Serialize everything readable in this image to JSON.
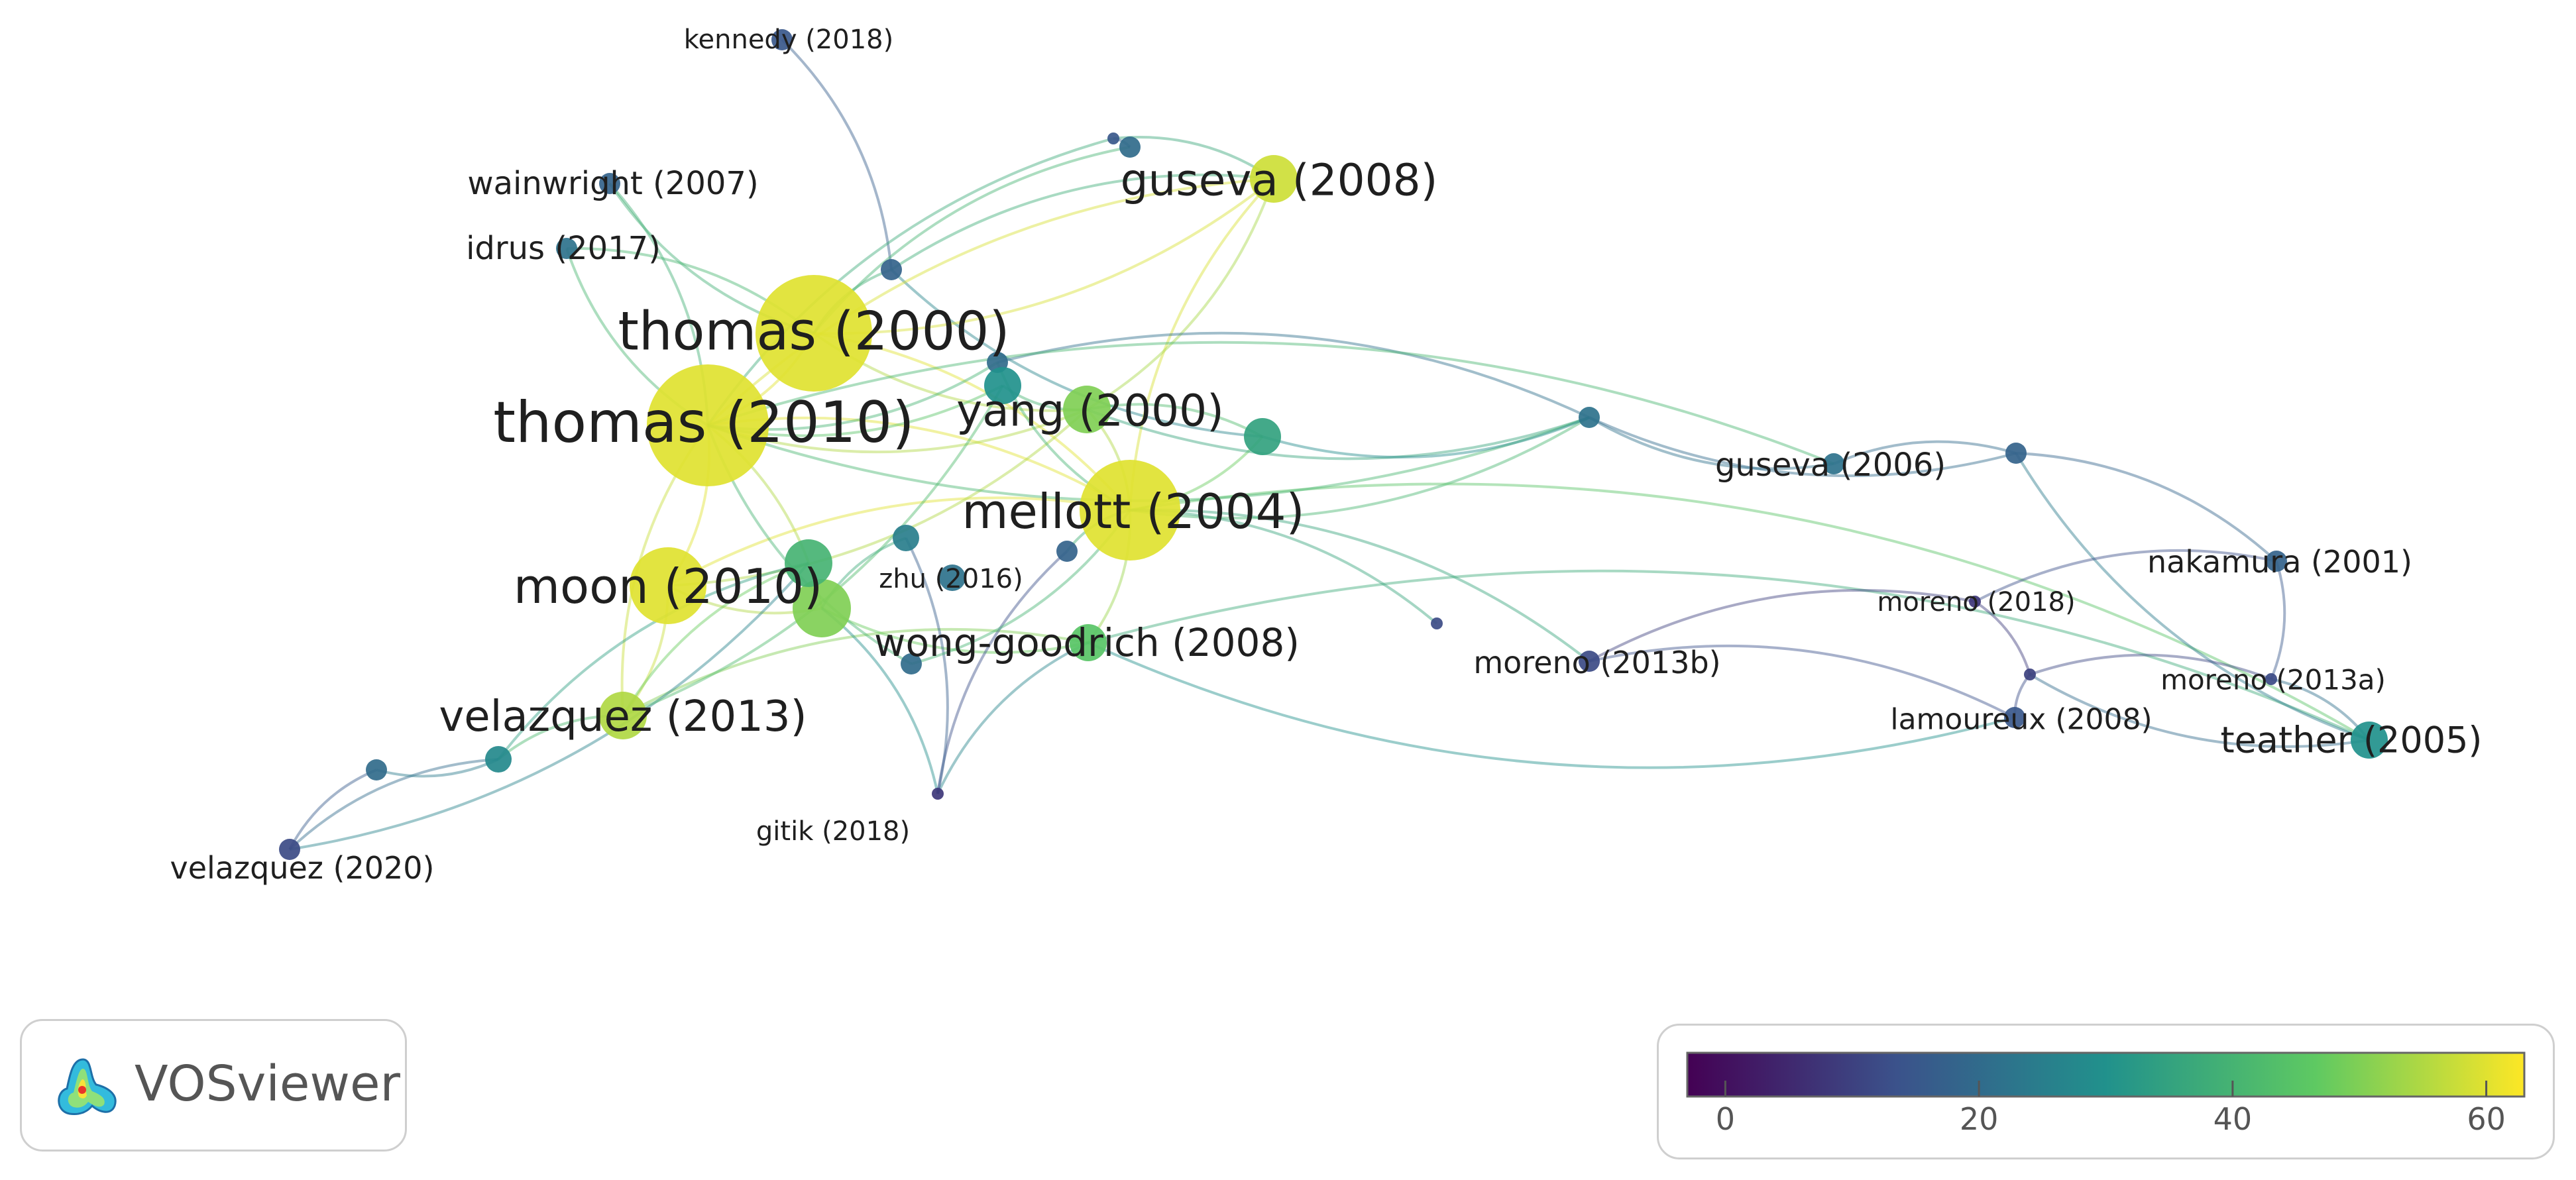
{
  "app": {
    "logo_text": "VOSviewer"
  },
  "colors": {
    "viridis_stops": [
      "#440154",
      "#3b528b",
      "#21918c",
      "#5ec962",
      "#fde725"
    ],
    "label_text": "#1f1f1f"
  },
  "network": {
    "nodes": [
      {
        "id": "kennedy2018",
        "label": "kennedy (2018)",
        "score": 15,
        "weight": 1
      },
      {
        "id": "wainwright2007",
        "label": "wainwright (2007)",
        "score": 18,
        "weight": 1
      },
      {
        "id": "idrus2017",
        "label": "idrus (2017)",
        "score": 22,
        "weight": 1
      },
      {
        "id": "guseva2008",
        "label": "guseva (2008)",
        "score": 58,
        "weight": 4
      },
      {
        "id": "thomas2000",
        "label": "thomas (2000)",
        "score": 60,
        "weight": 9
      },
      {
        "id": "thomas2010",
        "label": "thomas (2010)",
        "score": 60,
        "weight": 10
      },
      {
        "id": "yang2000",
        "label": "yang (2000)",
        "score": 50,
        "weight": 4
      },
      {
        "id": "mellott2004",
        "label": "mellott (2004)",
        "score": 60,
        "weight": 8
      },
      {
        "id": "moon2010",
        "label": "moon (2010)",
        "score": 60,
        "weight": 6
      },
      {
        "id": "zhu2016",
        "label": "zhu (2016)",
        "score": 22,
        "weight": 2
      },
      {
        "id": "wonggoodrich2008",
        "label": "wong-goodrich (2008)",
        "score": 45,
        "weight": 3
      },
      {
        "id": "velazquez2013",
        "label": "velazquez (2013)",
        "score": 55,
        "weight": 4
      },
      {
        "id": "velazquez2020",
        "label": "velazquez (2020)",
        "score": 12,
        "weight": 1
      },
      {
        "id": "gitik2018",
        "label": "gitik (2018)",
        "score": 8,
        "weight": 0
      },
      {
        "id": "moreno2013b",
        "label": "moreno (2013b)",
        "score": 12,
        "weight": 1
      },
      {
        "id": "guseva2006",
        "label": "guseva (2006)",
        "score": 22,
        "weight": 1
      },
      {
        "id": "nakamura2001",
        "label": "nakamura (2001)",
        "score": 18,
        "weight": 1
      },
      {
        "id": "moreno2018",
        "label": "moreno (2018)",
        "score": 8,
        "weight": 0
      },
      {
        "id": "moreno2013a",
        "label": "moreno (2013a)",
        "score": 12,
        "weight": 0
      },
      {
        "id": "lamoureux2008",
        "label": "lamoureux (2008)",
        "score": 15,
        "weight": 1
      },
      {
        "id": "teather2005",
        "label": "teather (2005)",
        "score": 30,
        "weight": 3
      },
      {
        "id": "u1",
        "label": "",
        "score": 18,
        "weight": 1
      },
      {
        "id": "u2",
        "label": "",
        "score": 15,
        "weight": 0
      },
      {
        "id": "u3",
        "label": "",
        "score": 20,
        "weight": 1
      },
      {
        "id": "u4",
        "label": "",
        "score": 20,
        "weight": 1
      },
      {
        "id": "u5",
        "label": "",
        "score": 30,
        "weight": 3
      },
      {
        "id": "u6",
        "label": "",
        "score": 35,
        "weight": 3
      },
      {
        "id": "u7",
        "label": "",
        "score": 25,
        "weight": 2
      },
      {
        "id": "u8",
        "label": "",
        "score": 18,
        "weight": 1
      },
      {
        "id": "u9",
        "label": "",
        "score": 50,
        "weight": 5
      },
      {
        "id": "u10",
        "label": "",
        "score": 28,
        "weight": 2
      },
      {
        "id": "u11",
        "label": "",
        "score": 40,
        "weight": 4
      },
      {
        "id": "u12",
        "label": "",
        "score": 20,
        "weight": 1
      },
      {
        "id": "u13",
        "label": "",
        "score": 18,
        "weight": 1
      },
      {
        "id": "u14",
        "label": "",
        "score": 22,
        "weight": 1
      },
      {
        "id": "u15",
        "label": "",
        "score": 12,
        "weight": 0
      },
      {
        "id": "u16",
        "label": "",
        "score": 20,
        "weight": 1
      },
      {
        "id": "u17",
        "label": "",
        "score": 10,
        "weight": 0
      }
    ],
    "links": [
      [
        "kennedy2018",
        "u1"
      ],
      [
        "wainwright2007",
        "thomas2000"
      ],
      [
        "idrus2017",
        "thomas2000"
      ],
      [
        "idrus2017",
        "thomas2010"
      ],
      [
        "wainwright2007",
        "thomas2010"
      ],
      [
        "u1",
        "thomas2000"
      ],
      [
        "u1",
        "guseva2008"
      ],
      [
        "u1",
        "u6"
      ],
      [
        "thomas2000",
        "thomas2010"
      ],
      [
        "thomas2000",
        "yang2000"
      ],
      [
        "thomas2000",
        "mellott2004"
      ],
      [
        "thomas2000",
        "guseva2008"
      ],
      [
        "thomas2010",
        "mellott2004"
      ],
      [
        "thomas2010",
        "yang2000"
      ],
      [
        "thomas2010",
        "moon2010"
      ],
      [
        "thomas2010",
        "velazquez2013"
      ],
      [
        "thomas2010",
        "u9"
      ],
      [
        "thomas2010",
        "u5"
      ],
      [
        "thomas2010",
        "guseva2008"
      ],
      [
        "mellott2004",
        "yang2000"
      ],
      [
        "mellott2004",
        "guseva2008"
      ],
      [
        "mellott2004",
        "u6"
      ],
      [
        "mellott2004",
        "moreno2013b"
      ],
      [
        "mellott2004",
        "u14"
      ],
      [
        "mellott2004",
        "teather2005"
      ],
      [
        "yang2000",
        "guseva2008"
      ],
      [
        "yang2000",
        "u6"
      ],
      [
        "yang2000",
        "u14"
      ],
      [
        "moon2010",
        "velazquez2013"
      ],
      [
        "moon2010",
        "u9"
      ],
      [
        "moon2010",
        "mellott2004"
      ],
      [
        "moon2010",
        "yang2000"
      ],
      [
        "velazquez2013",
        "u11"
      ],
      [
        "velazquez2013",
        "u10"
      ],
      [
        "velazquez2013",
        "wonggoodrich2008"
      ],
      [
        "u11",
        "u10"
      ],
      [
        "u11",
        "velazquez2020"
      ],
      [
        "u10",
        "velazquez2020"
      ],
      [
        "u10",
        "u16"
      ],
      [
        "u16",
        "velazquez2020"
      ],
      [
        "wonggoodrich2008",
        "u9"
      ],
      [
        "wonggoodrich2008",
        "mellott2004"
      ],
      [
        "wonggoodrich2008",
        "teather2005"
      ],
      [
        "wonggoodrich2008",
        "gitik2018"
      ],
      [
        "u9",
        "gitik2018"
      ],
      [
        "u8",
        "gitik2018"
      ],
      [
        "u7",
        "gitik2018"
      ],
      [
        "u3",
        "thomas2000"
      ],
      [
        "u4",
        "thomas2010"
      ],
      [
        "u4",
        "mellott2004"
      ],
      [
        "u4",
        "u14"
      ],
      [
        "u14",
        "guseva2006"
      ],
      [
        "u14",
        "thomas2010"
      ],
      [
        "u6",
        "u14"
      ],
      [
        "guseva2006",
        "u13"
      ],
      [
        "guseva2006",
        "thomas2010"
      ],
      [
        "u13",
        "nakamura2001"
      ],
      [
        "u13",
        "teather2005"
      ],
      [
        "u13",
        "u14"
      ],
      [
        "nakamura2001",
        "moreno2018"
      ],
      [
        "nakamura2001",
        "moreno2013a"
      ],
      [
        "moreno2018",
        "moreno2013b"
      ],
      [
        "moreno2018",
        "u17"
      ],
      [
        "u17",
        "lamoureux2008"
      ],
      [
        "u17",
        "moreno2013a"
      ],
      [
        "u17",
        "teather2005"
      ],
      [
        "lamoureux2008",
        "wonggoodrich2008"
      ],
      [
        "lamoureux2008",
        "moreno2013b"
      ],
      [
        "moreno2013a",
        "teather2005"
      ],
      [
        "u15",
        "mellott2004"
      ],
      [
        "u12",
        "thomas2010"
      ],
      [
        "u12",
        "mellott2004"
      ],
      [
        "u2",
        "guseva2008"
      ],
      [
        "u2",
        "thomas2010"
      ],
      [
        "u2",
        "u3"
      ],
      [
        "u5",
        "yang2000"
      ],
      [
        "u5",
        "velazquez2013"
      ],
      [
        "u7",
        "u9"
      ],
      [
        "u8",
        "mellott2004"
      ]
    ]
  },
  "color_scale": {
    "ticks": [
      0,
      20,
      40,
      60
    ],
    "min": -3,
    "max": 63
  }
}
